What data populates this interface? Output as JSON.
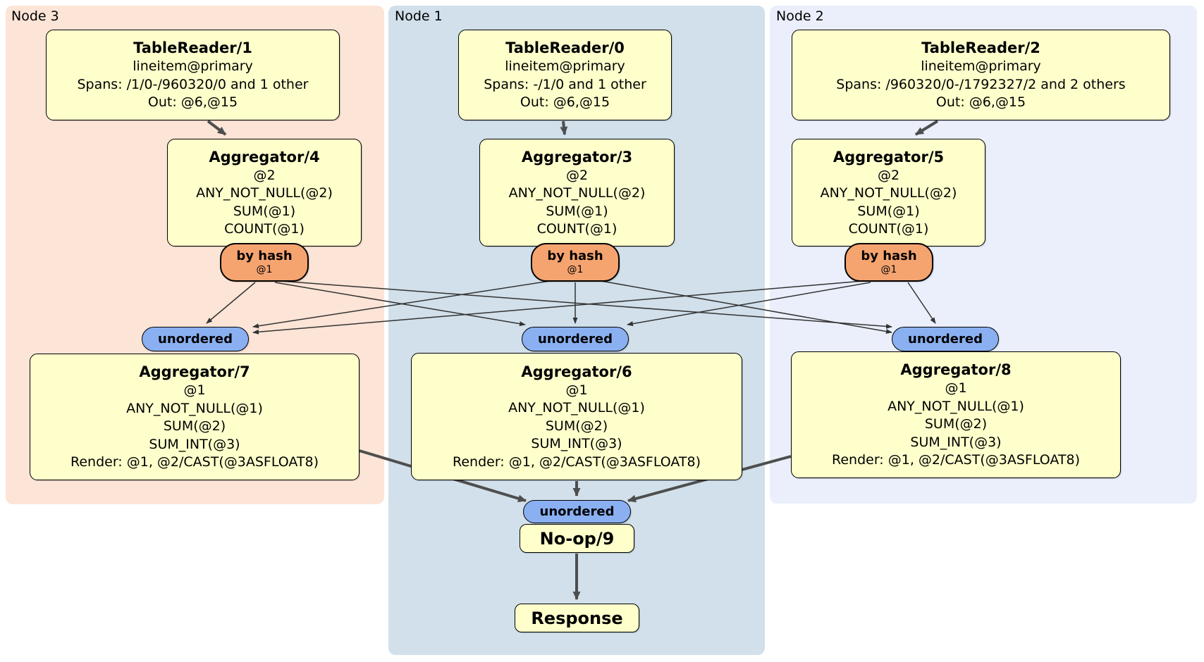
{
  "colors": {
    "node3_bg": "#fce4d6",
    "node1_bg": "#d1e0ea",
    "node2_bg": "#eaeffb",
    "box_bg": "#ffffcc",
    "router_bg": "#f5a470",
    "sync_bg": "#8ab0f2",
    "edge_thick": "#4e4e4e",
    "edge_thin": "#333333"
  },
  "nodes": [
    {
      "label": "Node 3",
      "tablereader": {
        "title": "TableReader/1",
        "index": "lineitem@primary",
        "spans": "Spans: /1/0-/960320/0 and 1 other",
        "out": "Out: @6,@15"
      },
      "agg_top": {
        "title": "Aggregator/4",
        "group": "@2",
        "expr1": "ANY_NOT_NULL(@2)",
        "expr2": "SUM(@1)",
        "expr3": "COUNT(@1)"
      },
      "router": {
        "label": "by hash",
        "detail": "@1"
      },
      "sync": {
        "label": "unordered"
      },
      "agg_bottom": {
        "title": "Aggregator/7",
        "group": "@1",
        "expr1": "ANY_NOT_NULL(@1)",
        "expr2": "SUM(@2)",
        "expr3": "SUM_INT(@3)",
        "render": "Render: @1, @2/CAST(@3ASFLOAT8)"
      }
    },
    {
      "label": "Node 1",
      "tablereader": {
        "title": "TableReader/0",
        "index": "lineitem@primary",
        "spans": "Spans: -/1/0 and 1 other",
        "out": "Out: @6,@15"
      },
      "agg_top": {
        "title": "Aggregator/3",
        "group": "@2",
        "expr1": "ANY_NOT_NULL(@2)",
        "expr2": "SUM(@1)",
        "expr3": "COUNT(@1)"
      },
      "router": {
        "label": "by hash",
        "detail": "@1"
      },
      "sync": {
        "label": "unordered"
      },
      "agg_bottom": {
        "title": "Aggregator/6",
        "group": "@1",
        "expr1": "ANY_NOT_NULL(@1)",
        "expr2": "SUM(@2)",
        "expr3": "SUM_INT(@3)",
        "render": "Render: @1, @2/CAST(@3ASFLOAT8)"
      }
    },
    {
      "label": "Node 2",
      "tablereader": {
        "title": "TableReader/2",
        "index": "lineitem@primary",
        "spans": "Spans: /960320/0-/1792327/2 and 2 others",
        "out": "Out: @6,@15"
      },
      "agg_top": {
        "title": "Aggregator/5",
        "group": "@2",
        "expr1": "ANY_NOT_NULL(@2)",
        "expr2": "SUM(@1)",
        "expr3": "COUNT(@1)"
      },
      "router": {
        "label": "by hash",
        "detail": "@1"
      },
      "sync": {
        "label": "unordered"
      },
      "agg_bottom": {
        "title": "Aggregator/8",
        "group": "@1",
        "expr1": "ANY_NOT_NULL(@1)",
        "expr2": "SUM(@2)",
        "expr3": "SUM_INT(@3)",
        "render": "Render: @1, @2/CAST(@3ASFLOAT8)"
      }
    }
  ],
  "final": {
    "sync_label": "unordered",
    "noop_title": "No-op/9",
    "response_title": "Response"
  }
}
